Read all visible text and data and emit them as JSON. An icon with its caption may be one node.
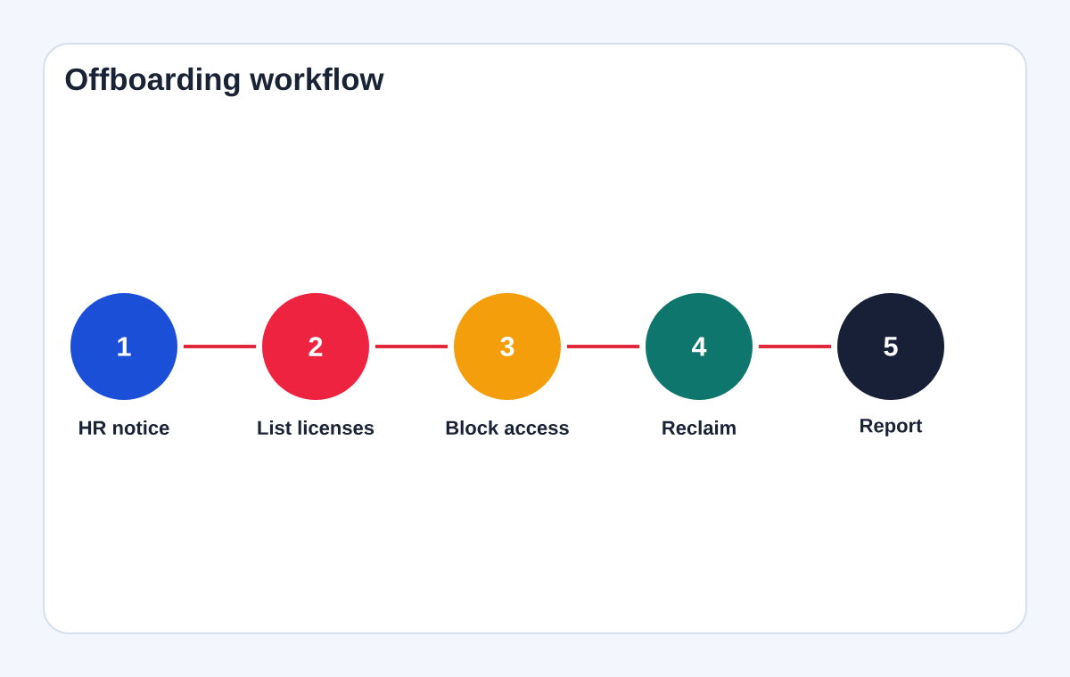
{
  "diagram": {
    "title": "Offboarding workflow",
    "nodes": [
      {
        "text": [
          "1"
        ],
        "beside": [
          "HR notice"
        ]
      },
      {
        "text": [
          "2"
        ],
        "beside": [
          "List licenses"
        ]
      },
      {
        "text": [
          "3"
        ],
        "beside": [
          "Block access"
        ]
      },
      {
        "text": [
          "4"
        ],
        "beside": [
          "Reclaim"
        ]
      },
      {
        "text": [
          "5"
        ],
        "beside": [
          "Report"
        ]
      }
    ],
    "edges": [
      {
        "from": 0,
        "to": 1,
        "arrow": "none"
      },
      {
        "from": 1,
        "to": 2,
        "arrow": "none"
      },
      {
        "from": 2,
        "to": 3,
        "arrow": "none"
      },
      {
        "from": 3,
        "to": 4,
        "arrow": "none"
      }
    ]
  }
}
